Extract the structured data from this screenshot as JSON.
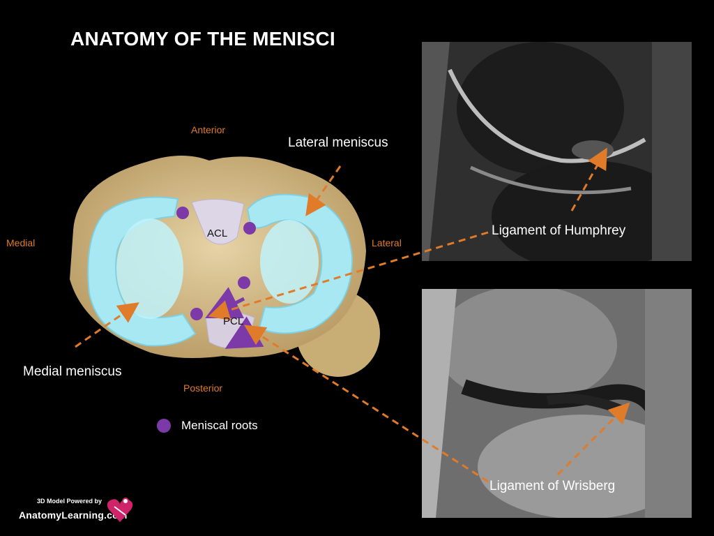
{
  "title": "ANATOMY OF THE MENISCI",
  "orientation": {
    "anterior": "Anterior",
    "posterior": "Posterior",
    "medial": "Medial",
    "lateral": "Lateral"
  },
  "structures": {
    "acl": "ACL",
    "pcl": "PCL",
    "lateral_meniscus": "Lateral meniscus",
    "medial_meniscus": "Medial meniscus"
  },
  "mri_labels": {
    "humphrey": "Ligament of Humphrey",
    "wrisberg": "Ligament of Wrisberg"
  },
  "legend": {
    "meniscal_roots": "Meniscal roots"
  },
  "credit": {
    "powered_by": "3D Model Powered by",
    "brand": "AnatomyLearning.com"
  },
  "colors": {
    "background": "#000000",
    "orientation_text": "#e07b2a",
    "arrow": "#e07b2a",
    "meniscus": "#a8e8f2",
    "bone": "#d9c18e",
    "root_dot": "#7b3aa8"
  }
}
